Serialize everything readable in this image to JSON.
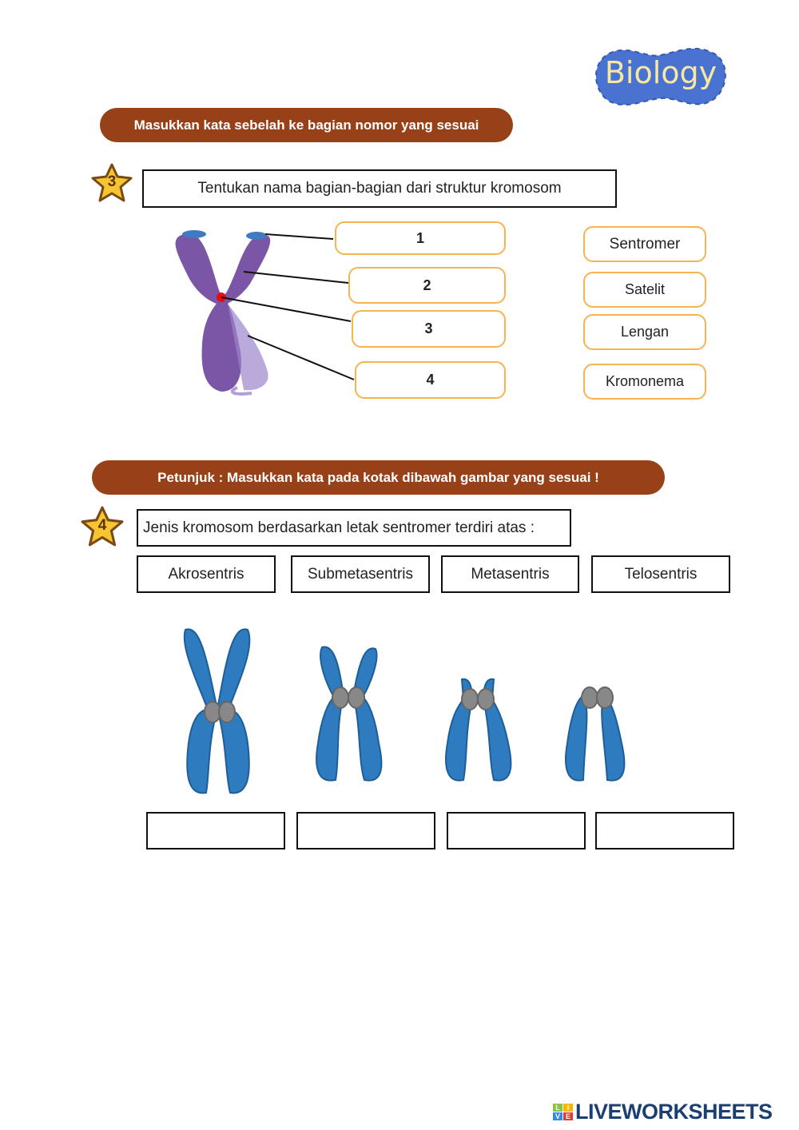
{
  "logo": {
    "text": "Biology",
    "color": "#4a72d0"
  },
  "section3": {
    "banner": "Masukkan kata sebelah  ke bagian nomor yang sesuai",
    "star_number": "3",
    "question": "Tentukan nama bagian-bagian dari struktur kromosom",
    "numbered_boxes": [
      "1",
      "2",
      "3",
      "4"
    ],
    "word_bank": [
      "Sentromer",
      "Satelit",
      "Lengan",
      "Kromonema"
    ]
  },
  "section4": {
    "banner": "Petunjuk : Masukkan kata pada kotak dibawah gambar yang sesuai !",
    "star_number": "4",
    "question": "Jenis kromosom berdasarkan letak sentromer terdiri atas :",
    "labels": [
      "Akrosentris",
      "Submetasentris",
      "Metasentris",
      "Telosentris"
    ]
  },
  "footer": {
    "brand": "LIVEWORKSHEETS",
    "live_letters": [
      "L",
      "I",
      "V",
      "E"
    ]
  },
  "colors": {
    "banner": "#984119",
    "orange_border": "#f5b450",
    "chromosome_blue": "#2f7bbf",
    "chromosome_purple": "#7b56a6"
  }
}
